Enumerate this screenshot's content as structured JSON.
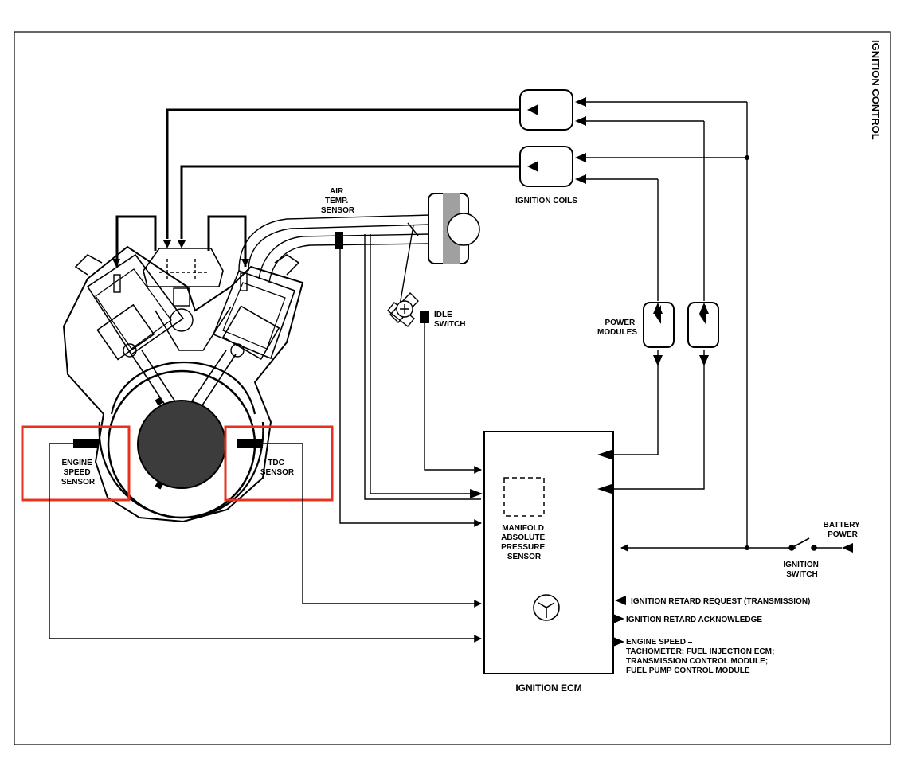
{
  "title": "IGNITION CONTROL",
  "labels": {
    "air_temp_sensor": [
      "AIR",
      "TEMP.",
      "SENSOR"
    ],
    "ignition_coils": "IGNITION COILS",
    "idle_switch": [
      "IDLE",
      "SWITCH"
    ],
    "power_modules": [
      "POWER",
      "MODULES"
    ],
    "engine_speed_sensor": [
      "ENGINE",
      "SPEED",
      "SENSOR"
    ],
    "tdc_sensor": [
      "TDC",
      "SENSOR"
    ],
    "map_sensor": [
      "MANIFOLD",
      "ABSOLUTE",
      "PRESSURE",
      "SENSOR"
    ],
    "battery_power": [
      "BATTERY",
      "POWER"
    ],
    "ignition_switch": [
      "IGNITION",
      "SWITCH"
    ],
    "ignition_ecm": "IGNITION ECM"
  },
  "outputs": {
    "retard_request": "IGNITION RETARD REQUEST (TRANSMISSION)",
    "retard_acknowledge": "IGNITION RETARD ACKNOWLEDGE",
    "engine_speed": [
      "ENGINE SPEED –",
      "TACHOMETER; FUEL INJECTION ECM;",
      "TRANSMISSION CONTROL MODULE;",
      "FUEL PUMP CONTROL MODULE"
    ]
  },
  "colors": {
    "line": "#000000",
    "highlight": "#e8321e",
    "crank": "#3c3c3c",
    "throttle_body": "#a0a0a0"
  }
}
